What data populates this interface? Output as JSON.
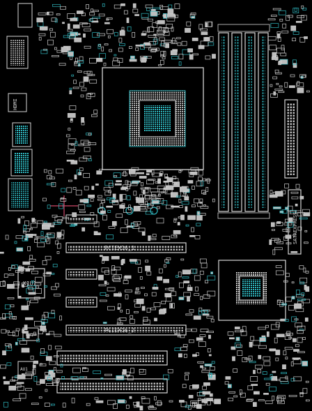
{
  "labels": {
    "hdmi": "HDMI",
    "k1u1": "K1U1",
    "qu1": "QU1",
    "au1": "AU1",
    "pciex16_1": "PCIEX16_1",
    "pciex16_2": "PCIEX16_2",
    "satae": "SATAEXPRESS"
  },
  "colors": {
    "background": "#000000",
    "outline": "#d8d8d8",
    "pad": "#2fb8c0",
    "crosshair": "#d14a6a"
  }
}
